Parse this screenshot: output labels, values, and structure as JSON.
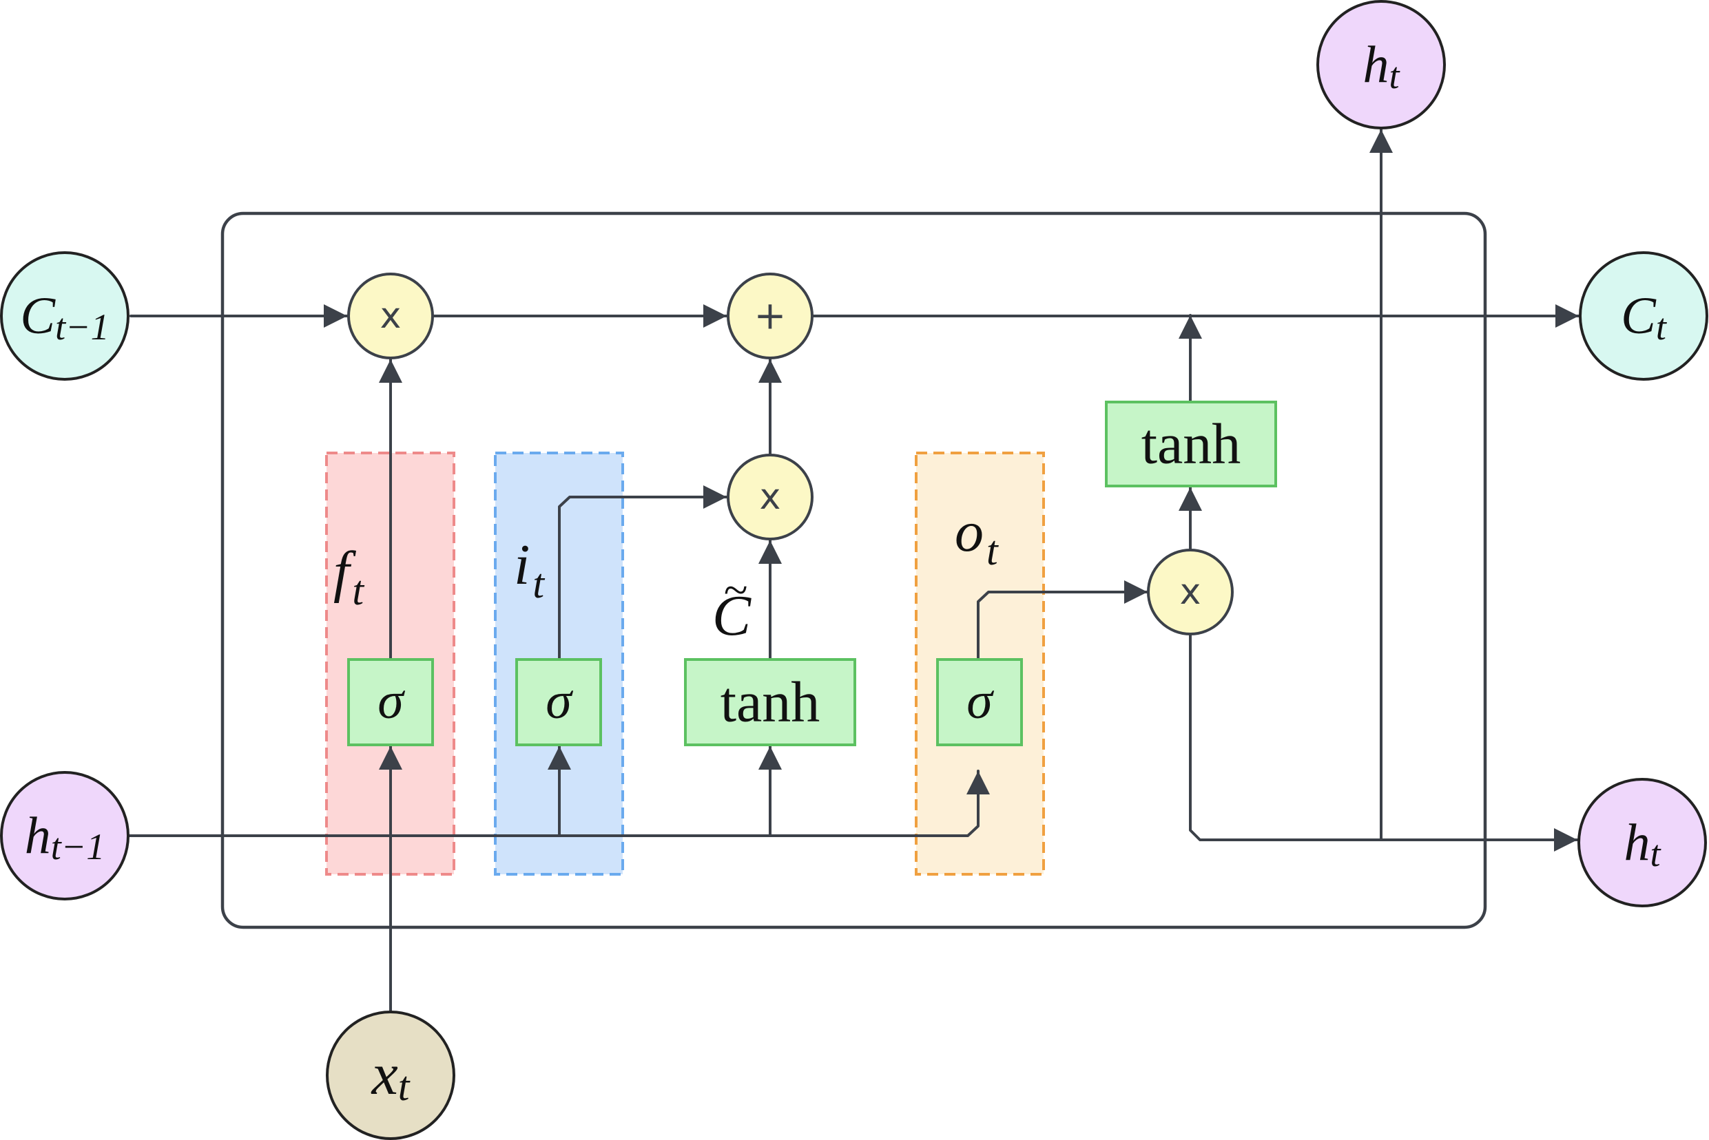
{
  "nodes": {
    "c_prev": {
      "base": "C",
      "sub": "t−1"
    },
    "c_next": {
      "base": "C",
      "sub": "t"
    },
    "h_prev": {
      "base": "h",
      "sub": "t−1"
    },
    "h_next": {
      "base": "h",
      "sub": "t"
    },
    "h_top": {
      "base": "h",
      "sub": "t"
    },
    "x_in": {
      "base": "x",
      "sub": "t"
    }
  },
  "operators": {
    "forget_mul": "x",
    "cell_add": "+",
    "input_mul": "x",
    "output_mul": "x"
  },
  "activations": {
    "forget_sigma": "σ",
    "input_sigma": "σ",
    "candidate_tanh": "tanh",
    "output_sigma": "σ",
    "cell_tanh": "tanh"
  },
  "gate_labels": {
    "forget": {
      "base": "f",
      "sub": "t"
    },
    "input": {
      "base": "i",
      "sub": "t"
    },
    "output": {
      "base": "o",
      "sub": "t"
    },
    "candidate": {
      "base": "C",
      "accent": "~"
    }
  },
  "colors": {
    "line": "#3c4149",
    "operator_fill": "#fcf8c6",
    "activation_fill": "#c6f5c8",
    "activation_stroke": "#5cc161",
    "cell_state_node": "#d8f8f1",
    "hidden_state_node": "#efd7fb",
    "input_node": "#e6dfc5",
    "forget_gate": "#fdd7d7",
    "input_gate": "#cfe3fb",
    "output_gate": "#fdf0d8"
  }
}
